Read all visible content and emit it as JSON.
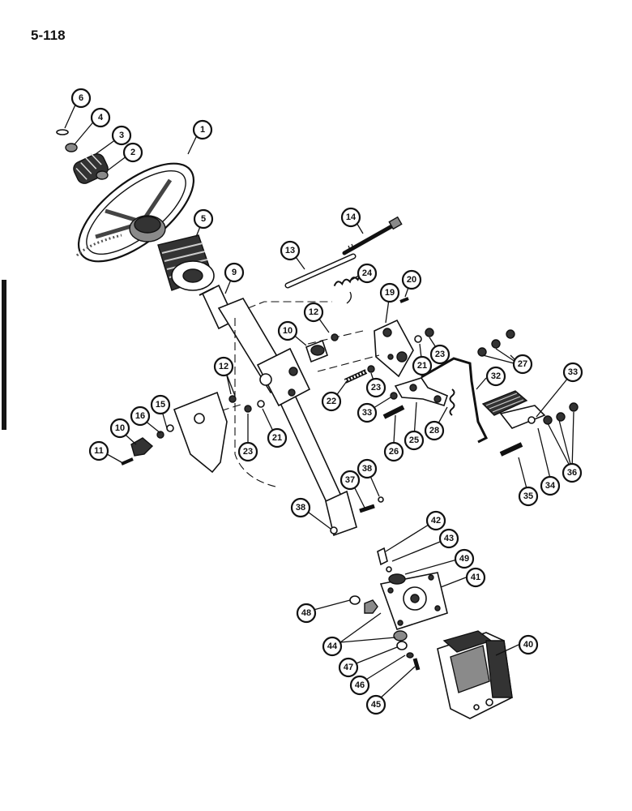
{
  "page": {
    "number": "5-118"
  },
  "callouts": [
    {
      "label": "1"
    },
    {
      "label": "2"
    },
    {
      "label": "3"
    },
    {
      "label": "4"
    },
    {
      "label": "5"
    },
    {
      "label": "6"
    },
    {
      "label": "9"
    },
    {
      "label": "10"
    },
    {
      "label": "10"
    },
    {
      "label": "11"
    },
    {
      "label": "12"
    },
    {
      "label": "12"
    },
    {
      "label": "13"
    },
    {
      "label": "14"
    },
    {
      "label": "15"
    },
    {
      "label": "16"
    },
    {
      "label": "19"
    },
    {
      "label": "20"
    },
    {
      "label": "21"
    },
    {
      "label": "21"
    },
    {
      "label": "22"
    },
    {
      "label": "23"
    },
    {
      "label": "23"
    },
    {
      "label": "23"
    },
    {
      "label": "24"
    },
    {
      "label": "25"
    },
    {
      "label": "26"
    },
    {
      "label": "27"
    },
    {
      "label": "28"
    },
    {
      "label": "32"
    },
    {
      "label": "33"
    },
    {
      "label": "33"
    },
    {
      "label": "34"
    },
    {
      "label": "35"
    },
    {
      "label": "36"
    },
    {
      "label": "37"
    },
    {
      "label": "38"
    },
    {
      "label": "38"
    },
    {
      "label": "40"
    },
    {
      "label": "41"
    },
    {
      "label": "42"
    },
    {
      "label": "43"
    },
    {
      "label": "44"
    },
    {
      "label": "45"
    },
    {
      "label": "46"
    },
    {
      "label": "47"
    },
    {
      "label": "48"
    },
    {
      "label": "49"
    }
  ]
}
